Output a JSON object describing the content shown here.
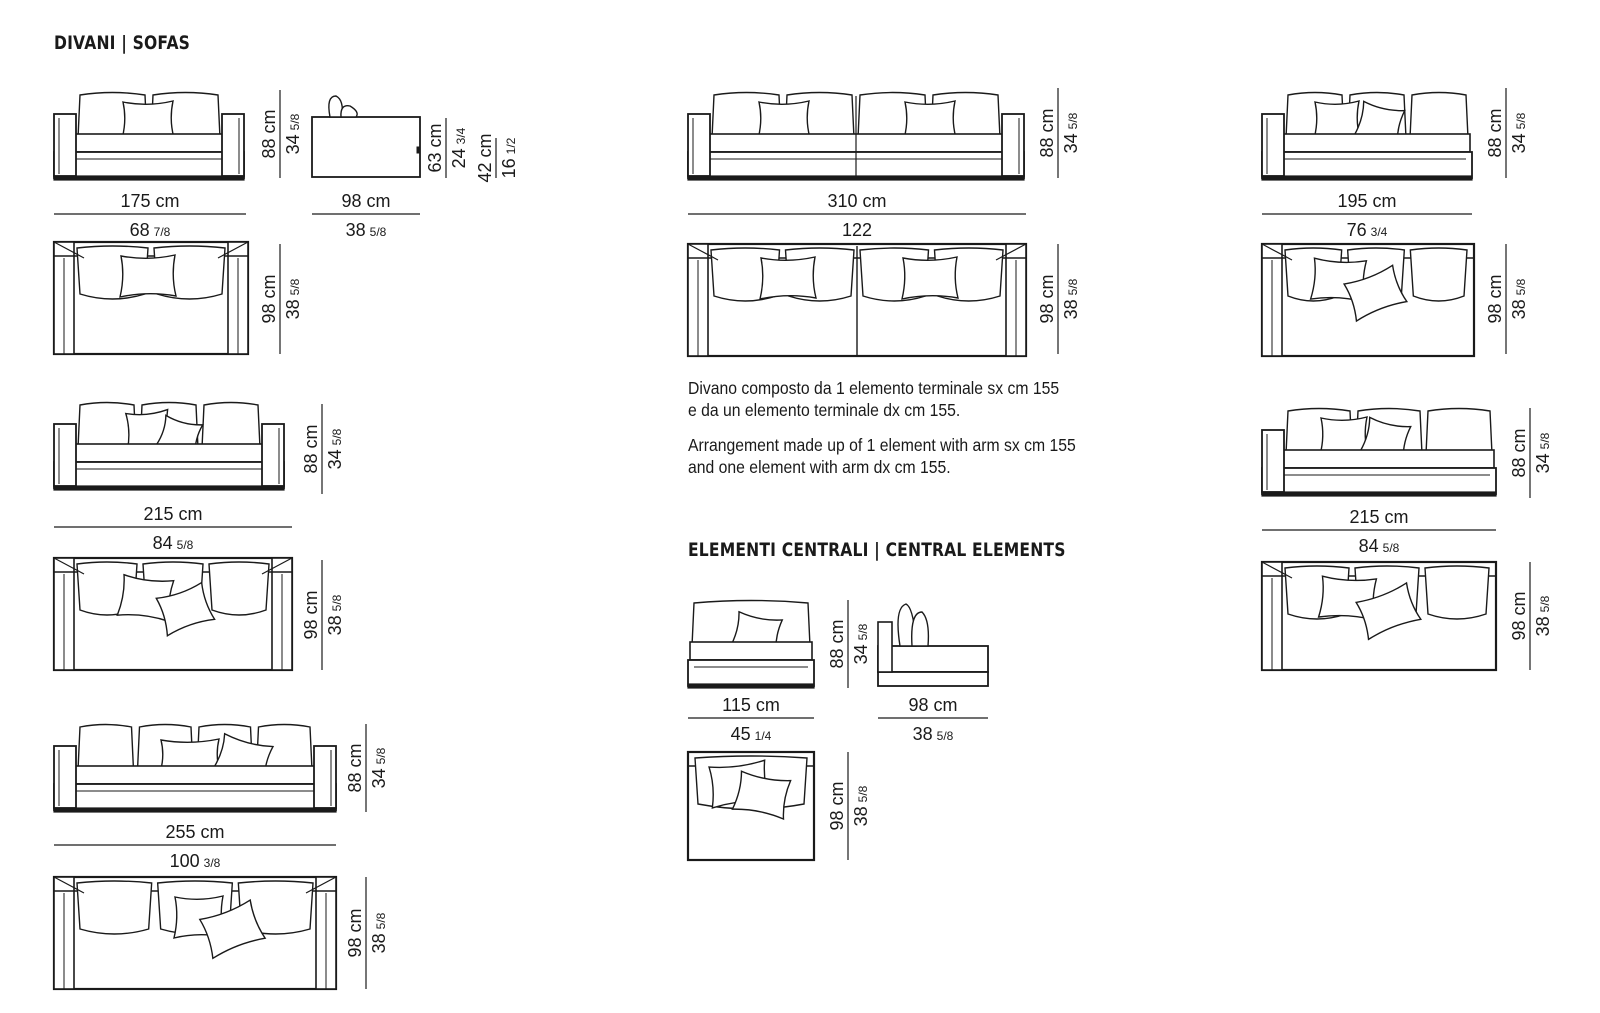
{
  "sections": {
    "sofas_title": "DIVANI | SOFAS",
    "central_title": "ELEMENTI CENTRALI | CENTRAL ELEMENTS"
  },
  "note": {
    "it_line1": "Divano composto da 1 elemento terminale sx cm 155",
    "it_line2": "e da un elemento terminale dx cm 155.",
    "en_line1": "Arrangement made up of 1 element with arm sx cm 155",
    "en_line2": "and one element with arm dx cm 155."
  },
  "dims": {
    "h88_cm": "88 cm",
    "h88_in": "34",
    "h88_in_frac": "5/8",
    "d98_cm": "98 cm",
    "d98_in": "38",
    "d98_in_frac": "5/8",
    "seat63_cm": "63 cm",
    "seat63_in": "24",
    "seat63_in_frac": "3/4",
    "seat42_cm": "42 cm",
    "seat42_in": "16",
    "seat42_in_frac": "1/2",
    "side98_cm": "98 cm",
    "side98_in": "38",
    "side98_in_frac": "5/8",
    "w175_cm": "175 cm",
    "w175_in": "68",
    "w175_in_frac": "7/8",
    "w215_cm": "215 cm",
    "w215_in": "84",
    "w215_in_frac": "5/8",
    "w255_cm": "255 cm",
    "w255_in": "100",
    "w255_in_frac": "3/8",
    "w310_cm": "310 cm",
    "w310_in": "122",
    "w310_in_frac": "",
    "w195_cm": "195 cm",
    "w195_in": "76",
    "w195_in_frac": "3/4",
    "w215b_cm": "215 cm",
    "w215b_in": "84",
    "w215b_in_frac": "5/8",
    "w115_cm": "115 cm",
    "w115_in": "45",
    "w115_in_frac": "1/4",
    "w98c_cm": "98 cm",
    "w98c_in": "38",
    "w98c_in_frac": "5/8"
  }
}
